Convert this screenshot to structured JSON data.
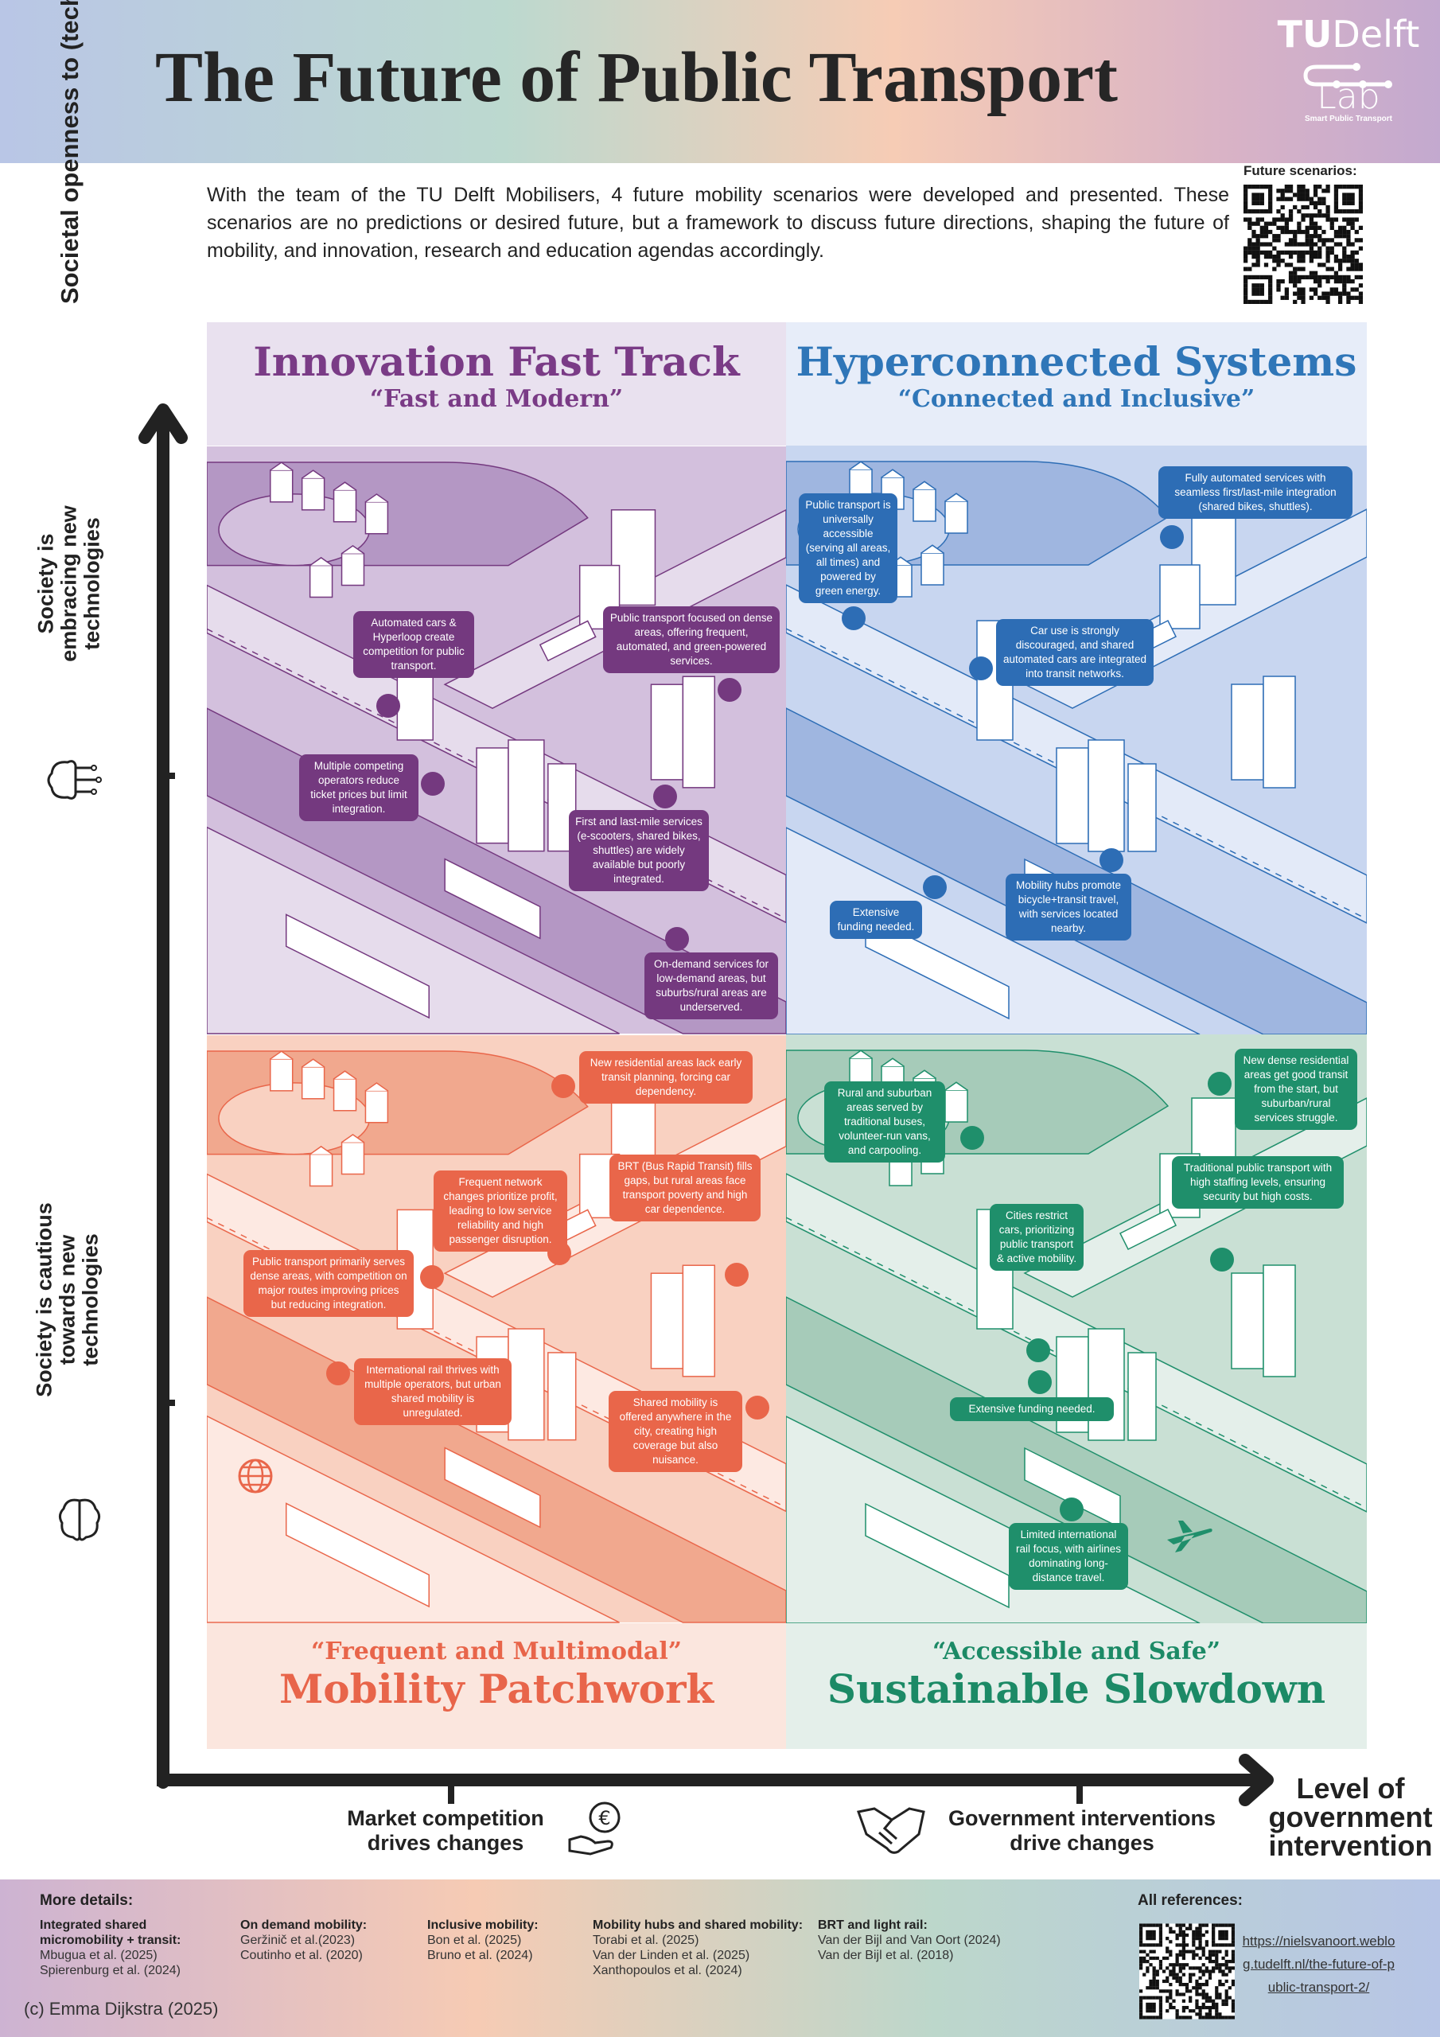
{
  "header": {
    "title": "The Future of Public Transport",
    "logo": {
      "brand": "TUDelft",
      "lab": "Lab",
      "subtitle": "Smart Public Transport"
    }
  },
  "intro": {
    "text": "With the team of the TU Delft Mobilisers, 4 future mobility scenarios were developed and presented. These scenarios are no predictions or desired future, but a framework to discuss future directions, shaping the future of mobility, and innovation, research and education agendas accordingly.",
    "qr_label": "Future scenarios:"
  },
  "axes": {
    "y_title": "Societal openness to (technological) change",
    "y_high": "Society is embracing new technologies",
    "y_low": "Society is cautious towards new technologies",
    "x_title": "Level of government intervention",
    "x_low": "Market competition drives changes",
    "x_high": "Government interventions drive changes"
  },
  "colors": {
    "purple": "#74397f",
    "blue": "#2d6db5",
    "orange": "#e9664a",
    "green": "#1f8f6b"
  },
  "quadrants": {
    "innovation": {
      "title": "Innovation Fast Track",
      "subtitle": "“Fast and Modern”",
      "callouts": [
        "Automated cars & Hyperloop create competition for public transport.",
        "Public transport focused on dense areas, offering frequent, automated, and green-powered services.",
        "Multiple competing operators reduce ticket prices but limit integration.",
        "First and last-mile services (e-scooters, shared bikes, shuttles) are widely available but poorly integrated.",
        "On-demand services for low-demand areas, but suburbs/rural areas are underserved."
      ]
    },
    "hyperconnected": {
      "title": "Hyperconnected Systems",
      "subtitle": "“Connected and Inclusive”",
      "callouts": [
        "Fully automated services with seamless first/last-mile integration (shared bikes, shuttles).",
        "Public transport is universally accessible (serving all areas, all times) and powered by green energy.",
        "Car use is strongly discouraged, and shared automated cars are integrated into transit networks.",
        "Extensive funding needed.",
        "Mobility hubs promote bicycle+transit travel, with services located nearby."
      ]
    },
    "patchwork": {
      "title": "Mobility Patchwork",
      "subtitle": "“Frequent and Multimodal”",
      "callouts": [
        "New residential areas lack early transit planning, forcing car dependency.",
        "Frequent network changes prioritize profit, leading to low service reliability and high passenger disruption.",
        "BRT (Bus Rapid Transit) fills gaps, but rural areas face transport poverty and high car dependence.",
        "Public transport primarily serves dense areas, with competition on major routes improving prices but reducing integration.",
        "International rail thrives with multiple operators, but urban shared mobility is unregulated.",
        "Shared mobility is offered anywhere in the city, creating high coverage but also nuisance."
      ]
    },
    "slowdown": {
      "title": "Sustainable Slowdown",
      "subtitle": "“Accessible and Safe”",
      "callouts": [
        "Rural and suburban areas served by traditional buses, volunteer-run vans, and carpooling.",
        "New dense residential areas get good transit from the start, but suburban/rural services struggle.",
        "Traditional public transport with high staffing levels, ensuring security but high costs.",
        "Cities restrict cars, prioritizing public transport & active mobility.",
        "Extensive funding needed.",
        "Limited international rail focus, with airlines dominating long-distance travel."
      ]
    }
  },
  "footer": {
    "more_details": "More details:",
    "columns": [
      {
        "heading": "Integrated shared micromobility + transit:",
        "refs": [
          "Mbugua et al. (2025)",
          "Spierenburg et al. (2024)"
        ]
      },
      {
        "heading": "On demand mobility:",
        "refs": [
          "Geržinič et al.(2023)",
          "Coutinho et al. (2020)"
        ]
      },
      {
        "heading": "Inclusive mobility:",
        "refs": [
          "Bon et al.  (2025)",
          "Bruno et al. (2024)"
        ]
      },
      {
        "heading": "Mobility hubs and shared mobility:",
        "refs": [
          "Torabi et al. (2025)",
          "Van der Linden et al. (2025)",
          "Xanthopoulos et al. (2024)"
        ]
      },
      {
        "heading": "BRT and light rail:",
        "refs": [
          "Van der Bijl and Van Oort (2024)",
          "Van der Bijl et al. (2018)"
        ]
      }
    ],
    "copyright": "(c) Emma Dijkstra (2025)",
    "all_refs": "All references:",
    "link": "https://nielsvanoort.weblog.tudelft.nl/the-future-of-public-transport-2/"
  }
}
